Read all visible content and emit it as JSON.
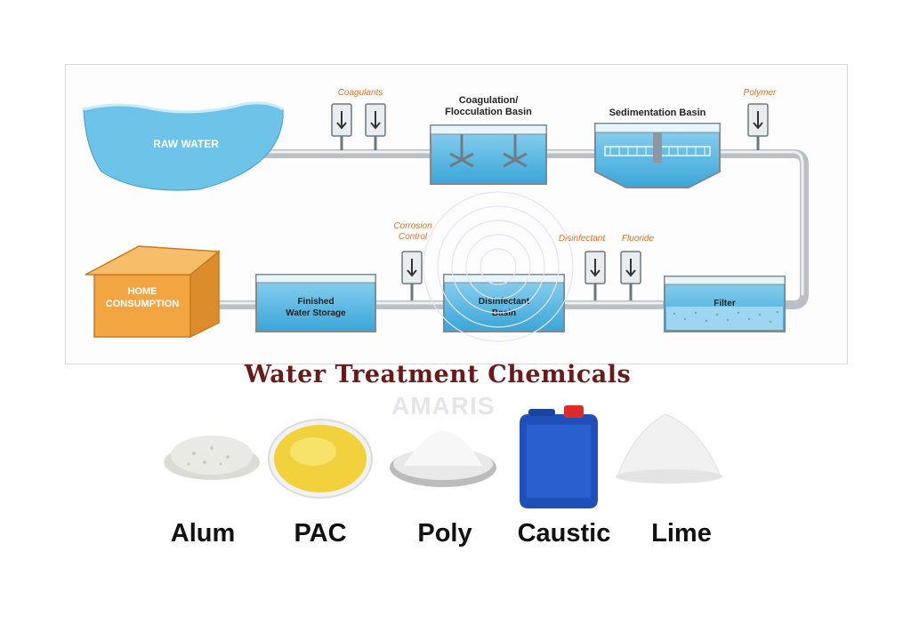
{
  "diagram": {
    "raw_water": "RAW WATER",
    "coagulants": "Coagulants",
    "coagulation_basin": "Coagulation/\nFlocculation Basin",
    "sedimentation_basin": "Sedimentation Basin",
    "polymer": "Polymer",
    "corrosion_control": "Corrosion\nControl",
    "disinfectant": "Disinfectant",
    "fluoride": "Fluoride",
    "home_consumption": "HOME\nCONSUMPTION",
    "finished_storage": "Finished\nWater Storage",
    "disinfectant_basin": "Disinfectant\nBasin",
    "filter": "Filter"
  },
  "title": "Water Treatment Chemicals",
  "watermark": "AMARIS",
  "products": [
    {
      "label": "Alum"
    },
    {
      "label": "PAC"
    },
    {
      "label": "Poly"
    },
    {
      "label": "Caustic"
    },
    {
      "label": "Lime"
    }
  ],
  "colors": {
    "water": "#5ab7e0",
    "pipe": "#cfd4d8",
    "chem_label": "#e0702a",
    "title": "#6b1a1a",
    "house": "#f3a542",
    "drum": "#1f4fb8"
  }
}
